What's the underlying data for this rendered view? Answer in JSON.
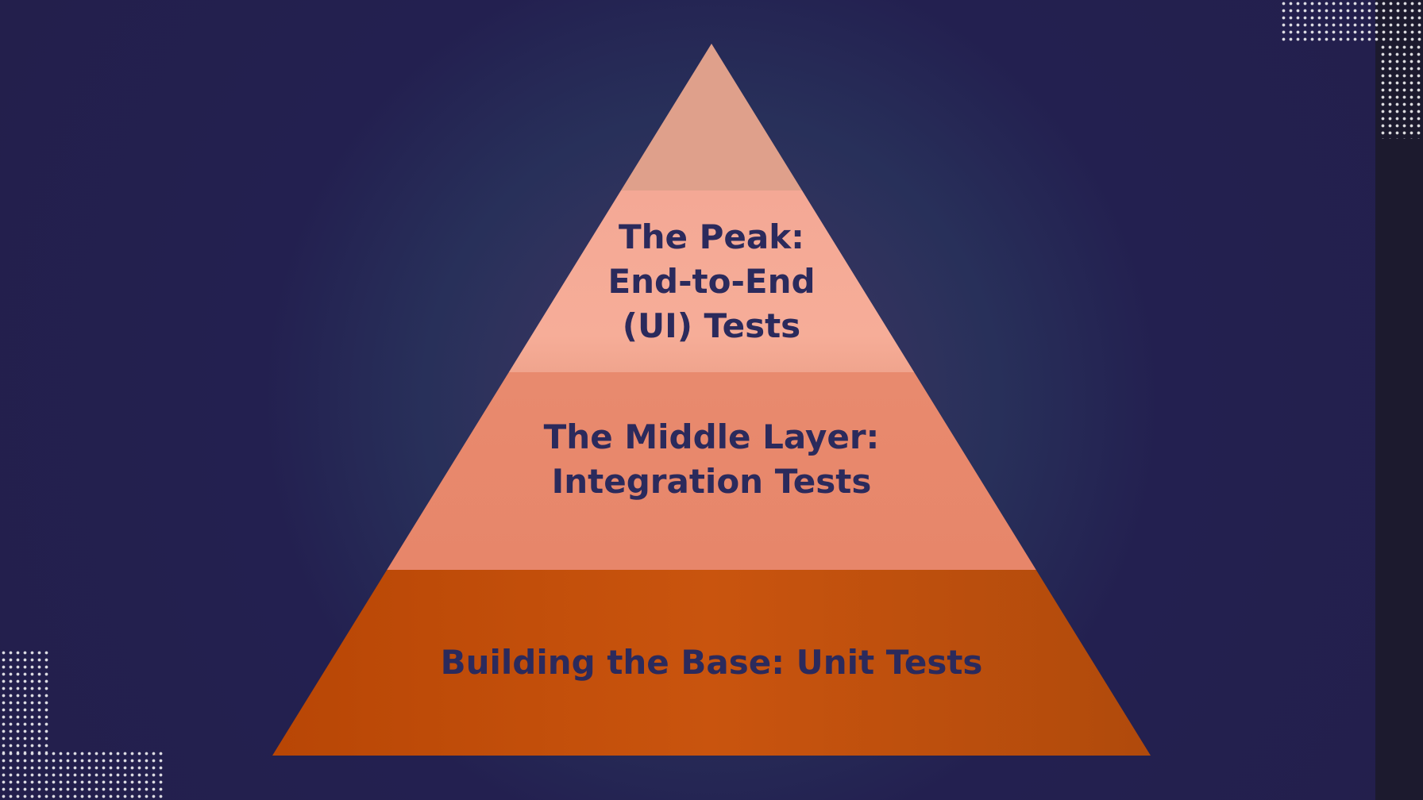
{
  "pyramid": {
    "levels": [
      {
        "line1": "The Peak:",
        "line2": "End-to-End",
        "line3": "(UI) Tests",
        "color": "#f5a893"
      },
      {
        "line1": "The Middle Layer:",
        "line2": "Integration Tests",
        "color": "#e8876b"
      },
      {
        "line1": "Building the Base: Unit Tests",
        "color": "#c4520f"
      }
    ],
    "apex_color": "#dfa08b",
    "text_color": "#2b2a5c"
  }
}
